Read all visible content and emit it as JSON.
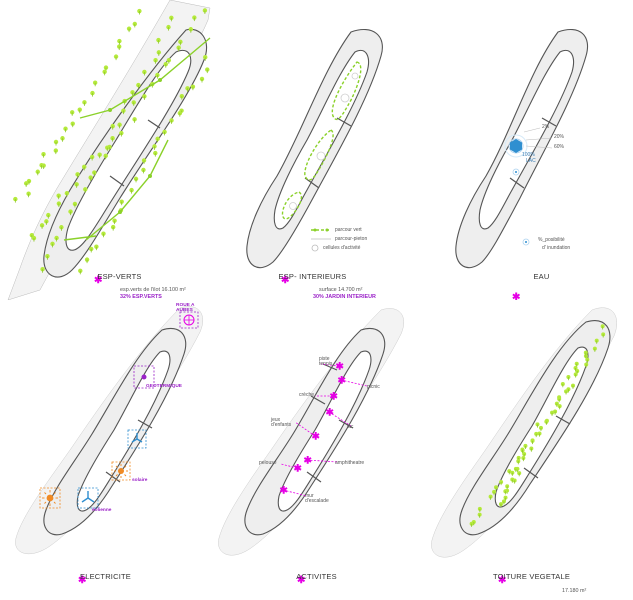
{
  "panels": {
    "esp_verts": {
      "title": "ESP-VERTS",
      "line1": "esp.verts de l'ilot 16.100 m²",
      "line2": "32% ESP.VERTS"
    },
    "esp_interieurs": {
      "title": "ESP- INTERIEURS",
      "legend": [
        "parcour vert",
        "parcour-pieton",
        "cellules d'activité"
      ],
      "line1": "surface 14.700 m²",
      "line2": "30% JARDIN INTERIEUR"
    },
    "eau": {
      "title": "EAU",
      "pct_2": "2%",
      "pct_20": "20%",
      "pct_60": "60%",
      "pct_100": "100%",
      "lac": "LAC",
      "legend1": "%_posibilité",
      "legend2": "d' inundation"
    },
    "electricite": {
      "title": "ELECTRICITE",
      "roue": "ROUE A AUBES",
      "geo": "GEOTERMIQUE",
      "solaire": "solaire",
      "eolienne": "éolienne"
    },
    "activites": {
      "title": "ACTIVITES",
      "labels": [
        "piste tennis",
        "picnic",
        "crèche",
        "lac",
        "jeux d'enfants",
        "amphitheatre",
        "pelouse",
        "mur d'escalade"
      ]
    },
    "toiture": {
      "title": "TOITURE VEGETALE",
      "line1": "17.180 m²"
    }
  },
  "colors": {
    "magenta": "#e600e6",
    "green": "#a6e33a",
    "purple": "#9b22c8",
    "orange": "#f08a24",
    "blue": "#2f8fd0"
  }
}
